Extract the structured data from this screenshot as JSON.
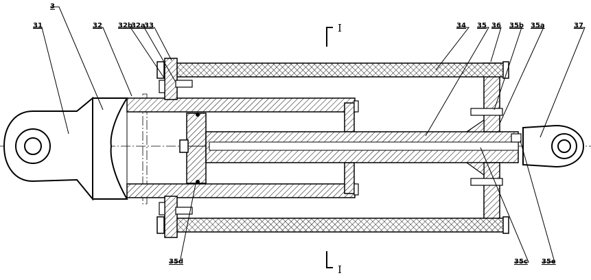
{
  "labels": {
    "l3": "3",
    "l31": "31",
    "l32": "32",
    "l32b": "32b",
    "l32a": "32a",
    "l33": "33",
    "l34": "34",
    "l35": "35",
    "l36": "36",
    "l35b": "35b",
    "l35a": "35a",
    "l37": "37",
    "l35d": "35d",
    "l35c": "35c",
    "l35e": "35e"
  },
  "section": {
    "top": "I",
    "bottom": "I"
  }
}
